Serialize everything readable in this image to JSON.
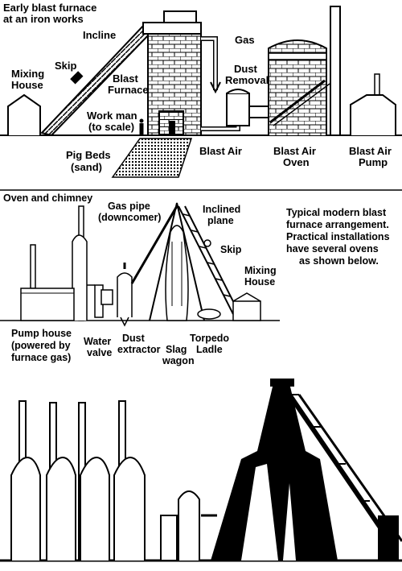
{
  "top": {
    "title_line1": "Early blast furnace",
    "title_line2": "at an iron works",
    "incline": "Incline",
    "skip": "Skip",
    "mixing_house_1": "Mixing",
    "mixing_house_2": "House",
    "blast_furnace_1": "Blast",
    "blast_furnace_2": "Furnace",
    "gas": "Gas",
    "dust_removal_1": "Dust",
    "dust_removal_2": "Removal",
    "workman_1": "Work man",
    "workman_2": "(to scale)",
    "pig_beds_1": "Pig Beds",
    "pig_beds_2": "(sand)",
    "blast_air": "Blast Air",
    "blast_air_oven_1": "Blast Air",
    "blast_air_oven_2": "Oven",
    "blast_air_pump_1": "Blast Air",
    "blast_air_pump_2": "Pump"
  },
  "middle": {
    "oven_chimney": "Oven and chimney",
    "gas_pipe_1": "Gas pipe",
    "gas_pipe_2": "(downcomer)",
    "inclined_1": "Inclined",
    "inclined_2": "plane",
    "skip": "Skip",
    "mixing_1": "Mixing",
    "mixing_2": "House",
    "pump_house_1": "Pump house",
    "pump_house_2": "(powered by",
    "pump_house_3": "furnace gas)",
    "water_valve_1": "Water",
    "water_valve_2": "valve",
    "dust_extractor_1": "Dust",
    "dust_extractor_2": "extractor",
    "slag_wagon_1": "Slag",
    "slag_wagon_2": "wagon",
    "torpedo_1": "Torpedo",
    "torpedo_2": "Ladle",
    "note_1": "Typical modern blast",
    "note_2": "furnace arrangement.",
    "note_3": "Practical installations",
    "note_4": "have several ovens",
    "note_5": "as shown below."
  },
  "colors": {
    "ink": "#000000",
    "paper": "#ffffff"
  }
}
